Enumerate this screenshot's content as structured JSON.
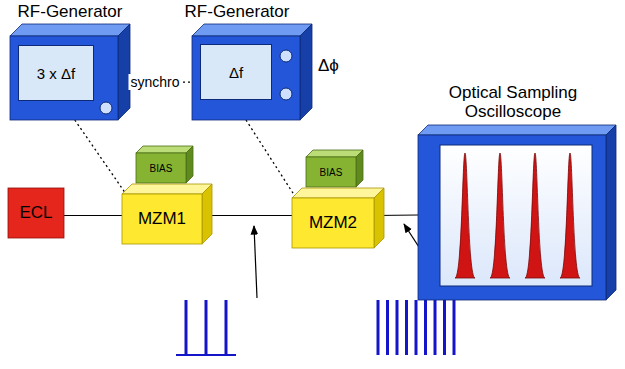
{
  "diagram": {
    "nodes": [
      {
        "text": [
          "RF-Generator",
          "3 x Δf"
        ]
      },
      {
        "text": [
          "RF-Generator",
          "Δf"
        ]
      },
      {
        "text": [
          "BIAS"
        ]
      },
      {
        "text": [
          "BIAS"
        ]
      },
      {
        "text": [
          "ECL"
        ]
      },
      {
        "text": [
          "MZM1"
        ]
      },
      {
        "text": [
          "MZM2"
        ]
      },
      {
        "text": [
          "Optical Sampling Oscilloscope"
        ]
      }
    ],
    "edges": [
      {
        "from": 0,
        "to": 1,
        "label": "synchro",
        "arrow": "none"
      },
      {
        "from": 0,
        "to": 5,
        "arrow": "none"
      },
      {
        "from": 1,
        "to": 6,
        "arrow": "none"
      },
      {
        "from": 4,
        "to": 5,
        "arrow": "none"
      },
      {
        "from": 5,
        "to": 6,
        "arrow": "none"
      },
      {
        "from": 6,
        "to": 7,
        "arrow": "none"
      }
    ],
    "labels": [
      "Δϕ"
    ]
  }
}
